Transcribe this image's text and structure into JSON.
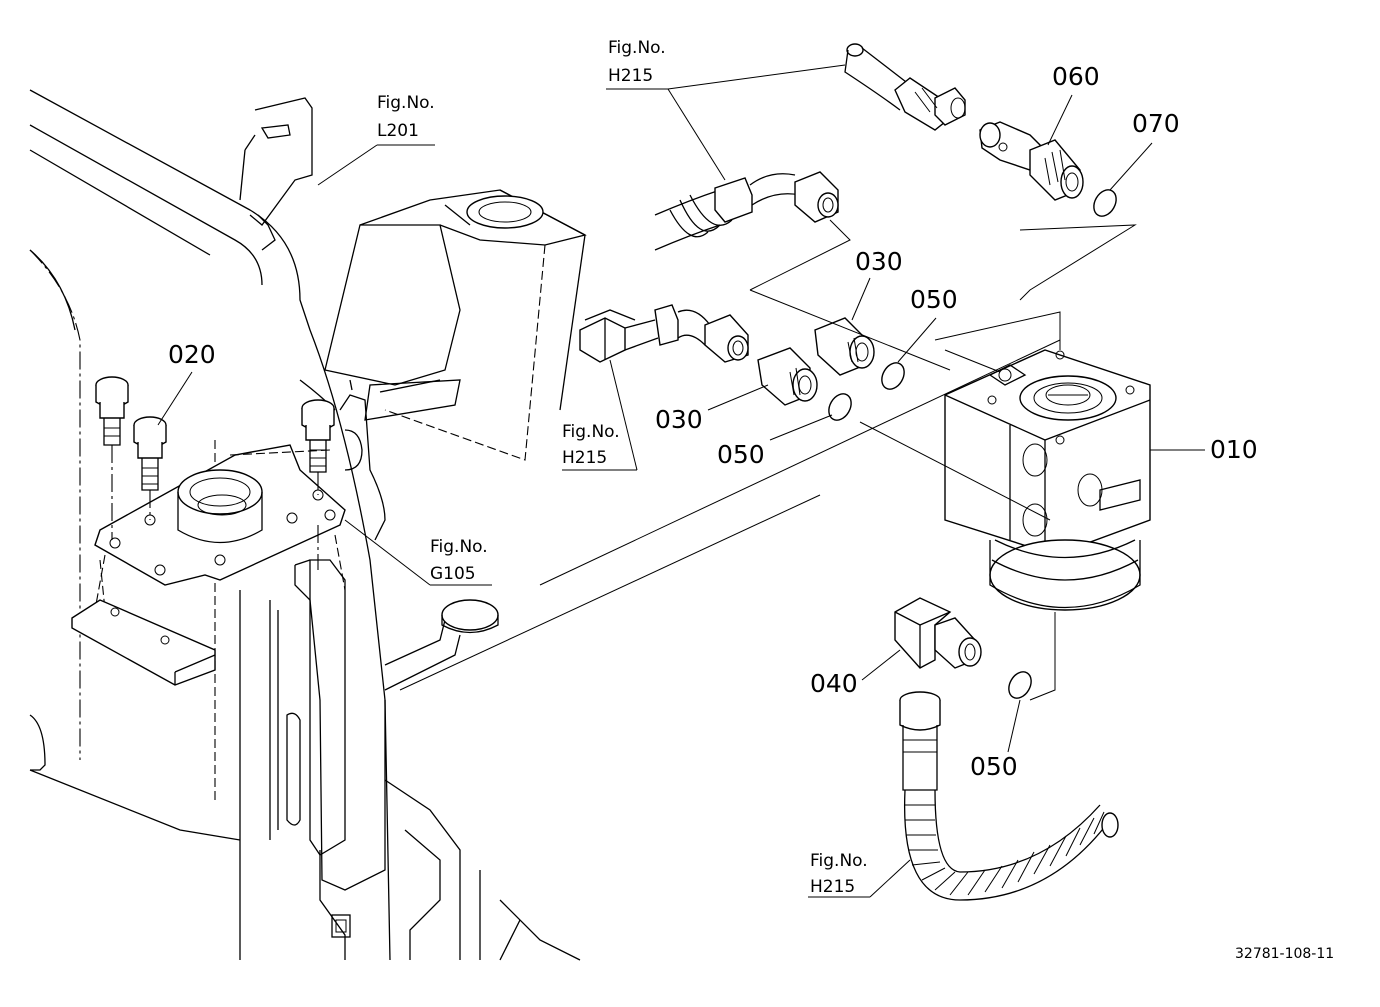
{
  "diagram": {
    "part_callouts": {
      "p010": "010",
      "p020": "020",
      "p030a": "030",
      "p030b": "030",
      "p040": "040",
      "p050a": "050",
      "p050b": "050",
      "p050c": "050",
      "p060": "060",
      "p070": "070"
    },
    "figure_refs": {
      "l201": {
        "line1": "Fig.No.",
        "line2": "L201"
      },
      "h215_top": {
        "line1": "Fig.No.",
        "line2": "H215"
      },
      "h215_mid": {
        "line1": "Fig.No.",
        "line2": "H215"
      },
      "h215_bottom": {
        "line1": "Fig.No.",
        "line2": "H215"
      },
      "g105": {
        "line1": "Fig.No.",
        "line2": "G105"
      }
    },
    "document_number": "32781-108-11"
  }
}
